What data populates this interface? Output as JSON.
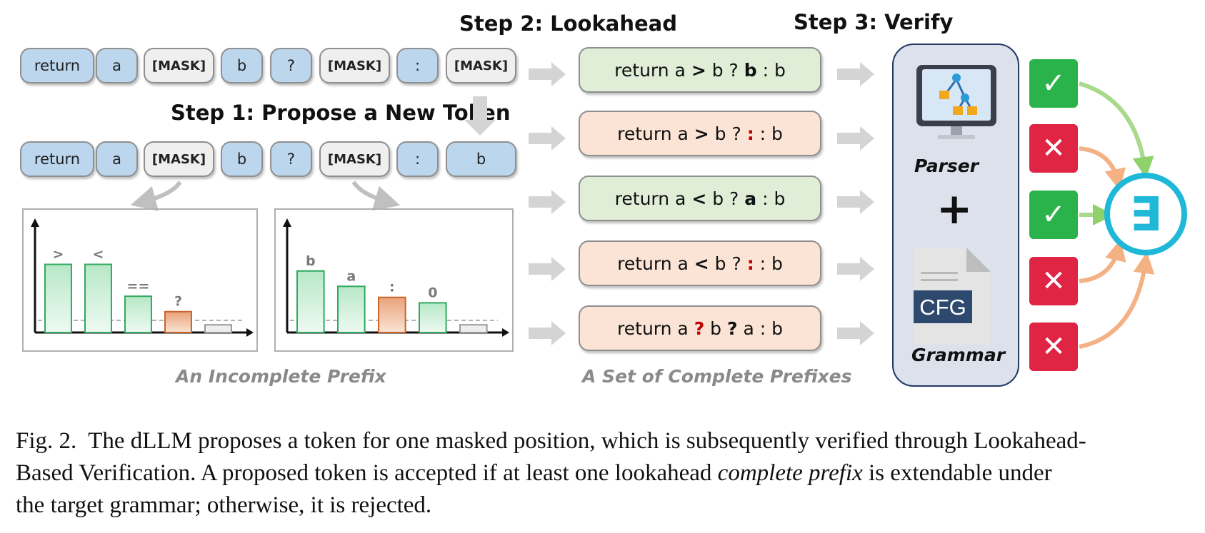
{
  "steps": {
    "step1": "Step 1: Propose a New Token",
    "step2": "Step 2: Lookahead",
    "step3": "Step 3: Verify"
  },
  "row1_tokens": [
    "return",
    "a",
    "[MASK]",
    "b",
    "?",
    "[MASK]",
    ":",
    "[MASK]"
  ],
  "row2_tokens": [
    "return",
    "a",
    "[MASK]",
    "b",
    "?",
    "[MASK]",
    ":",
    "b"
  ],
  "chart_data": [
    {
      "type": "bar",
      "categories": [
        ">",
        "<",
        "==",
        "?",
        ""
      ],
      "values": [
        0.62,
        0.62,
        0.33,
        0.19,
        0.07
      ],
      "highlighted": "?",
      "threshold_line": "dashed"
    },
    {
      "type": "bar",
      "categories": [
        "b",
        "a",
        ":",
        "0",
        ""
      ],
      "values": [
        0.56,
        0.42,
        0.32,
        0.27,
        0.07
      ],
      "highlighted": ":",
      "threshold_line": "dashed"
    }
  ],
  "captions": {
    "incomplete_prefix": "An Incomplete Prefix",
    "complete_prefixes": "A Set of Complete Prefixes"
  },
  "prefixes": [
    {
      "parts": [
        "return a ",
        ">",
        " b ? ",
        "b",
        " : b"
      ],
      "status": "green"
    },
    {
      "parts": [
        "return a ",
        ">",
        " b ? ",
        ":",
        " : b"
      ],
      "status": "orange"
    },
    {
      "parts": [
        "return a ",
        "<",
        " b ? ",
        "a",
        " : b"
      ],
      "status": "green"
    },
    {
      "parts": [
        "return a ",
        "<",
        " b ? ",
        ":",
        " : b"
      ],
      "status": "orange"
    },
    {
      "parts": [
        "return a ",
        "?",
        " b ",
        "?",
        " a : b"
      ],
      "status": "orange"
    }
  ],
  "verifier": {
    "parser_label": "Parser",
    "plus": "+",
    "cfg_label": "CFG",
    "grammar_label": "Grammar"
  },
  "verdicts": [
    "✓",
    "✕",
    "✓",
    "✕",
    "✕"
  ],
  "result_symbol": "∃",
  "colors": {
    "token_blue": "#bcd6ee",
    "mask_gray": "#efefef",
    "prefix_green": "#e0eed8",
    "prefix_orange": "#fbe4d5",
    "accept_green": "#29b34a",
    "reject_red": "#e02443",
    "exists_cyan": "#1fb8d8"
  },
  "figure_caption": {
    "label": "Fig. 2.",
    "line1": "The dLLM proposes a token for one masked position, which is subsequently verified through Lookahead-",
    "line2_pre": "Based Verification. A proposed token is accepted if at least one lookahead ",
    "line2_em": "complete prefix",
    "line2_post": " is extendable under",
    "line3": "the target grammar; otherwise, it is rejected."
  }
}
